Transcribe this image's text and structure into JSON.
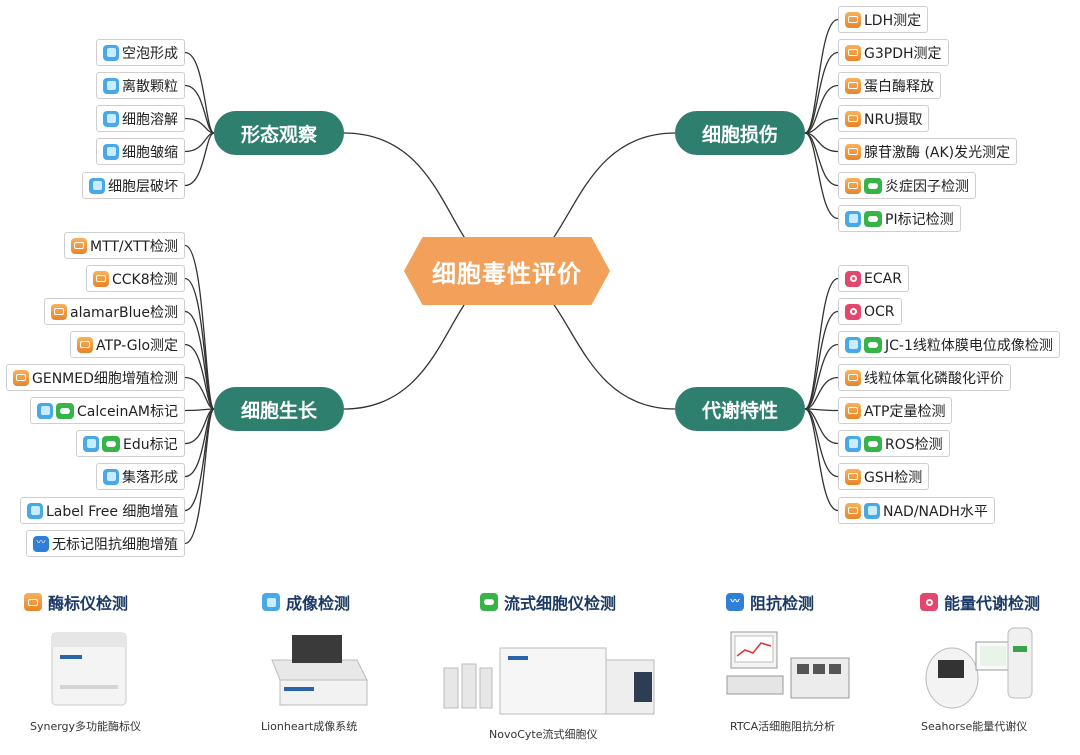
{
  "center": {
    "label": "细胞毒性评价"
  },
  "branches": {
    "morphology": {
      "label": "形态观察",
      "items": [
        {
          "label": "空泡形成",
          "icons": [
            "imaging"
          ]
        },
        {
          "label": "离散颗粒",
          "icons": [
            "imaging"
          ]
        },
        {
          "label": "细胞溶解",
          "icons": [
            "imaging"
          ]
        },
        {
          "label": "细胞皱缩",
          "icons": [
            "imaging"
          ]
        },
        {
          "label": "细胞层破坏",
          "icons": [
            "imaging"
          ]
        }
      ]
    },
    "damage": {
      "label": "细胞损伤",
      "items": [
        {
          "label": "LDH测定",
          "icons": [
            "plate"
          ]
        },
        {
          "label": "G3PDH测定",
          "icons": [
            "plate"
          ]
        },
        {
          "label": "蛋白酶释放",
          "icons": [
            "plate"
          ]
        },
        {
          "label": "NRU摄取",
          "icons": [
            "plate"
          ]
        },
        {
          "label": "腺苷激酶 (AK)发光测定",
          "icons": [
            "plate"
          ]
        },
        {
          "label": "炎症因子检测",
          "icons": [
            "plate",
            "flow"
          ]
        },
        {
          "label": "PI标记检测",
          "icons": [
            "imaging",
            "flow"
          ]
        }
      ]
    },
    "growth": {
      "label": "细胞生长",
      "items": [
        {
          "label": "MTT/XTT检测",
          "icons": [
            "plate"
          ]
        },
        {
          "label": "CCK8检测",
          "icons": [
            "plate"
          ]
        },
        {
          "label": "alamarBlue检测",
          "icons": [
            "plate"
          ]
        },
        {
          "label": "ATP-Glo测定",
          "icons": [
            "plate"
          ]
        },
        {
          "label": "GENMED细胞增殖检测",
          "icons": [
            "plate"
          ]
        },
        {
          "label": "CalceinAM标记",
          "icons": [
            "imaging",
            "flow"
          ]
        },
        {
          "label": "Edu标记",
          "icons": [
            "imaging",
            "flow"
          ]
        },
        {
          "label": "集落形成",
          "icons": [
            "imaging"
          ]
        },
        {
          "label": "Label Free 细胞增殖",
          "icons": [
            "imaging"
          ]
        },
        {
          "label": "无标记阻抗细胞增殖",
          "icons": [
            "impedance"
          ]
        }
      ]
    },
    "metabolism": {
      "label": "代谢特性",
      "items": [
        {
          "label": "ECAR",
          "icons": [
            "energy"
          ]
        },
        {
          "label": "OCR",
          "icons": [
            "energy"
          ]
        },
        {
          "label": "JC-1线粒体膜电位成像检测",
          "icons": [
            "imaging",
            "flow"
          ]
        },
        {
          "label": "线粒体氧化磷酸化评价",
          "icons": [
            "plate"
          ]
        },
        {
          "label": "ATP定量检测",
          "icons": [
            "plate"
          ]
        },
        {
          "label": "ROS检测",
          "icons": [
            "imaging",
            "flow"
          ]
        },
        {
          "label": "GSH检测",
          "icons": [
            "plate"
          ]
        },
        {
          "label": "NAD/NADH水平",
          "icons": [
            "plate",
            "imaging"
          ]
        }
      ]
    }
  },
  "legend": [
    {
      "icon": "plate",
      "label": "酶标仪检测",
      "device": "Synergy多功能酶标仪"
    },
    {
      "icon": "imaging",
      "label": "成像检测",
      "device": "Lionheart成像系统"
    },
    {
      "icon": "flow",
      "label": "流式细胞仪检测",
      "device": "NovoCyte流式细胞仪"
    },
    {
      "icon": "impedance",
      "label": "阻抗检测",
      "device": "RTCA活细胞阻抗分析"
    },
    {
      "icon": "energy",
      "label": "能量代谢检测",
      "device": "Seahorse能量代谢仪"
    }
  ],
  "colors": {
    "branch": "#2f7f6e",
    "center": "#f2a05a",
    "line": "#333333",
    "legend_text": "#1c3a66"
  }
}
